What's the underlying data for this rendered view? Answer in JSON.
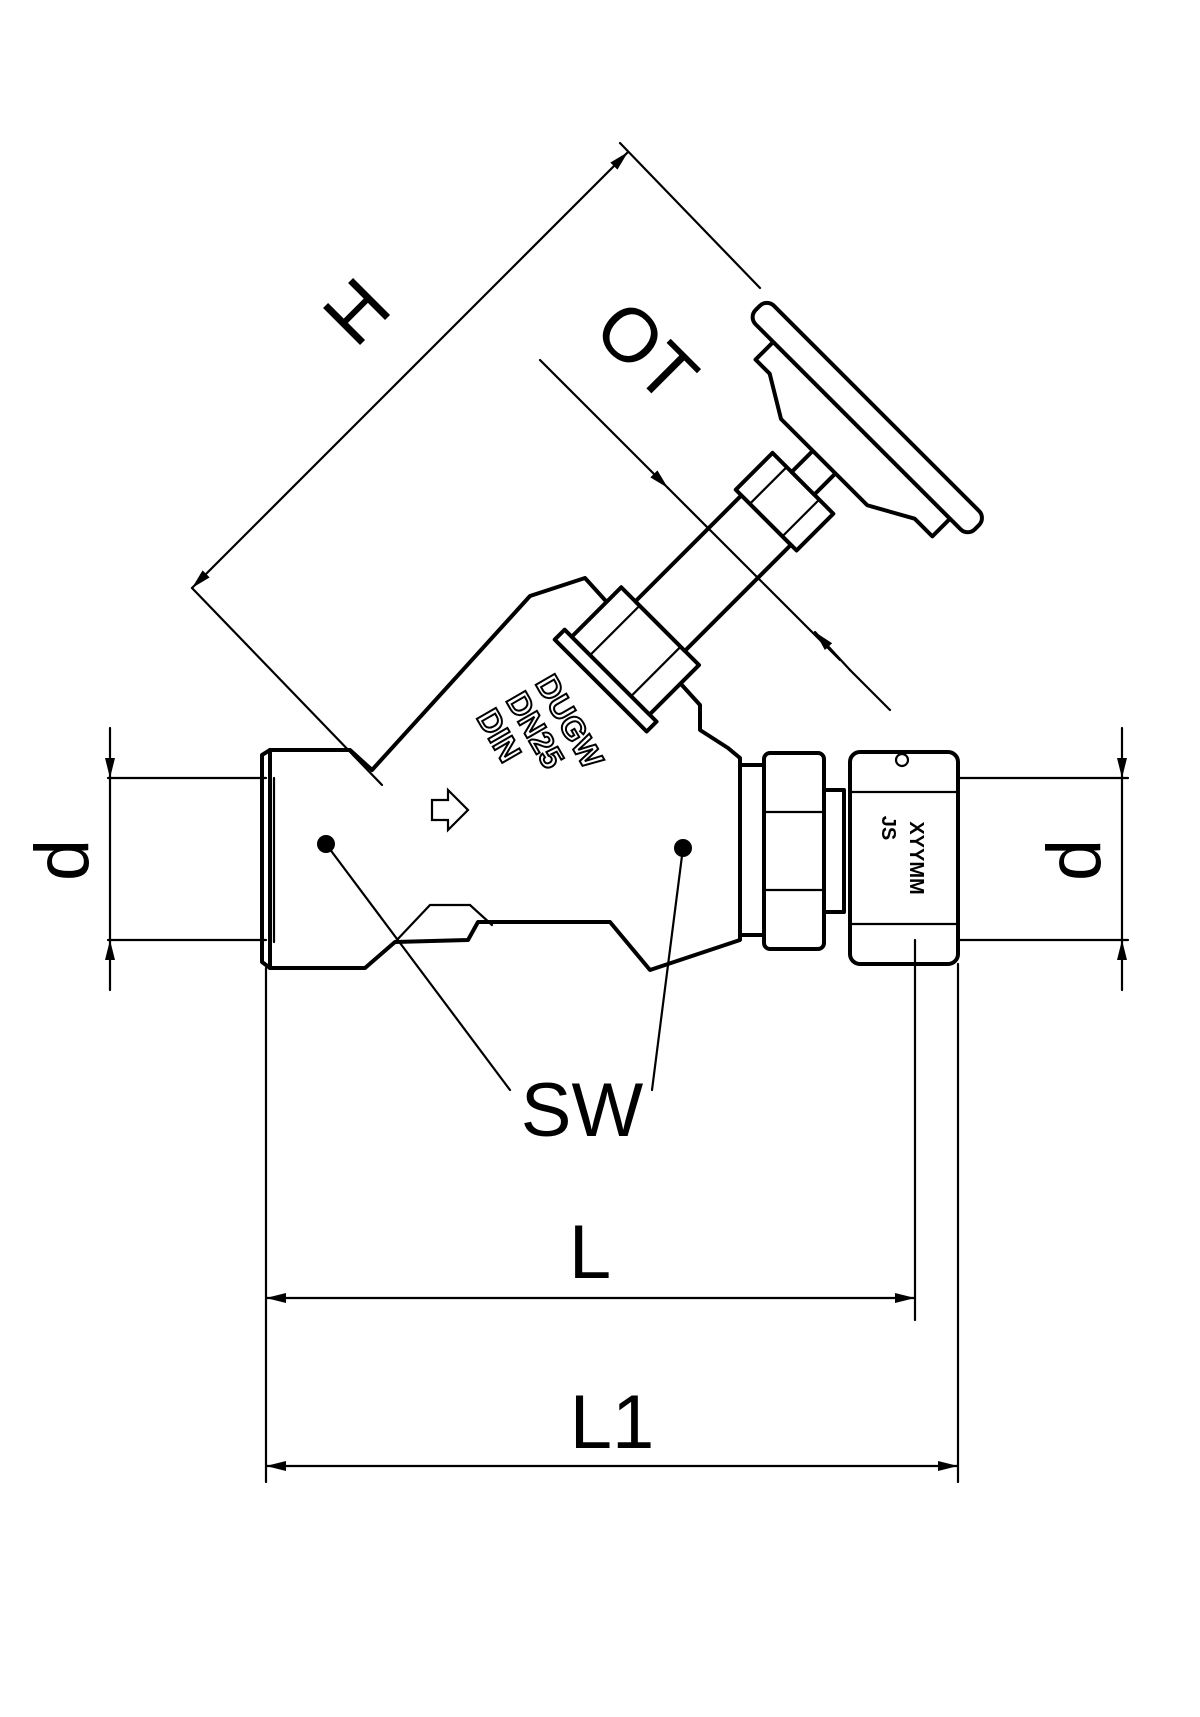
{
  "dimensions": {
    "height": "H",
    "operating_travel": "OT",
    "diameter_left": "d",
    "diameter_right": "d",
    "wrench_size": "SW",
    "length": "L",
    "length_total": "L1"
  },
  "body_marking": {
    "line1": "DUGW",
    "line2": "DN25",
    "line3": "DIN"
  },
  "nut_marking": {
    "line1": "JS",
    "line2": "XYYMM"
  }
}
